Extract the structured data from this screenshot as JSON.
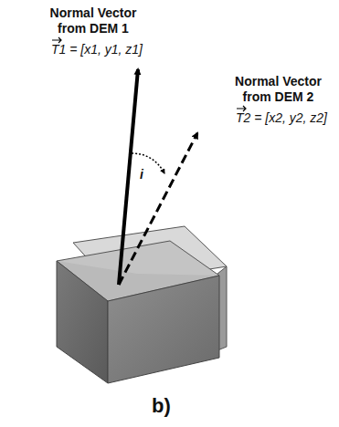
{
  "diagram": {
    "labels": [
      "Normal Vector from DEM 1",
      "T1 = [x1, y1, z1]",
      "Normal Vector from DEM 2",
      "T2 = [x2, y2, z2]",
      "i",
      "b)"
    ]
  }
}
